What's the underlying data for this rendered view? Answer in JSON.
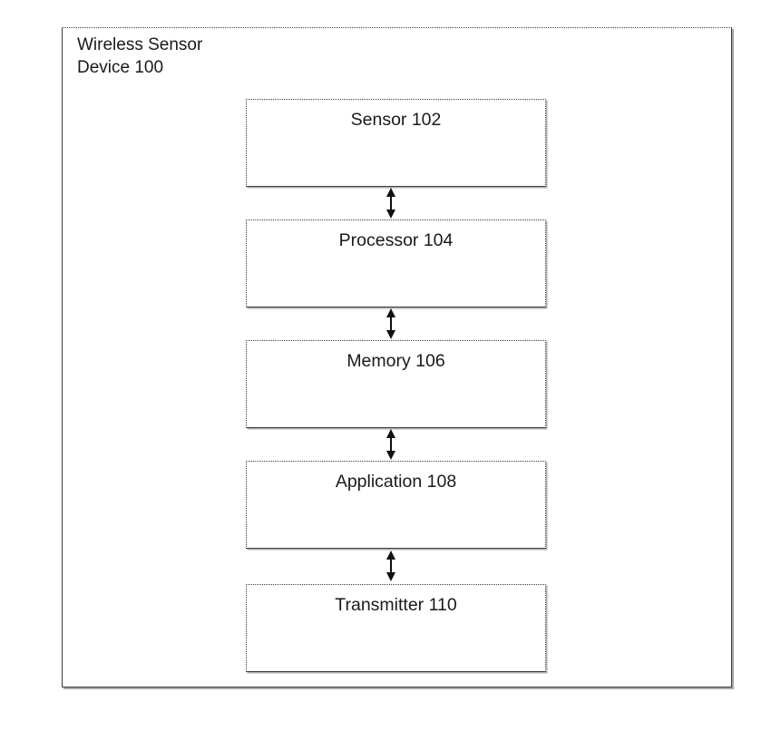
{
  "figure": {
    "device": {
      "label": "Wireless Sensor\nDevice 100"
    },
    "blocks": [
      {
        "label": "Sensor 102"
      },
      {
        "label": "Processor 104"
      },
      {
        "label": "Memory 106"
      },
      {
        "label": "Application 108"
      },
      {
        "label": "Transmitter 110"
      }
    ],
    "connectors": [
      {
        "from": "Sensor 102",
        "to": "Processor 104",
        "type": "bidirectional-arrow"
      },
      {
        "from": "Processor 104",
        "to": "Memory 106",
        "type": "bidirectional-arrow"
      },
      {
        "from": "Memory 106",
        "to": "Application 108",
        "type": "bidirectional-arrow"
      },
      {
        "from": "Application 108",
        "to": "Transmitter 110",
        "type": "bidirectional-arrow"
      }
    ],
    "colors": {
      "line": "#3d3d3d",
      "text": "#1a1a1a",
      "shadow": "#9b9b9b",
      "background": "#ffffff"
    }
  }
}
